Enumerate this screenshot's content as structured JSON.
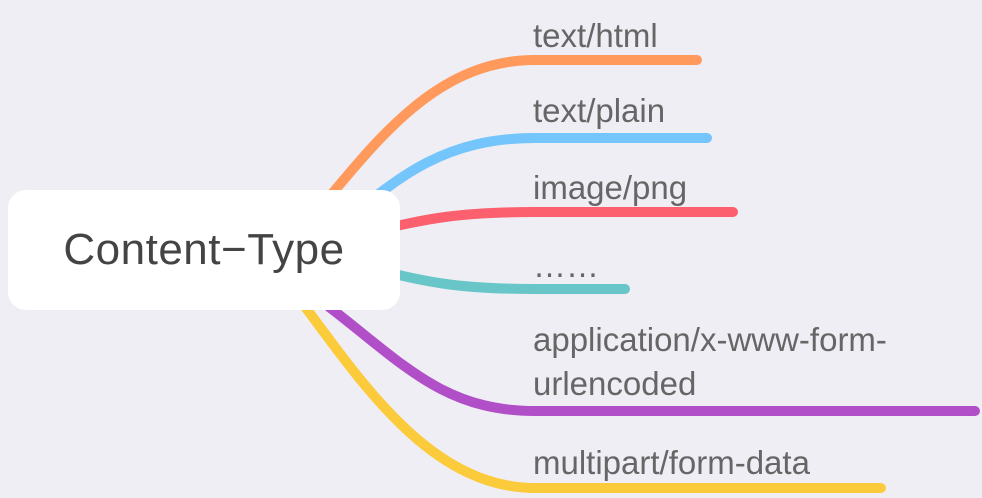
{
  "root": {
    "label": "Content−Type"
  },
  "branches": [
    {
      "label": "text/html",
      "color": "#ff9a5c"
    },
    {
      "label": "text/plain",
      "color": "#73c5fb"
    },
    {
      "label": "image/png",
      "color": "#fc5f6d"
    },
    {
      "label": "……",
      "color": "#69c6c8"
    },
    {
      "label_line1": "application/x-www-form-",
      "label_line2": "urlencoded",
      "color": "#b04fc7"
    },
    {
      "label": "multipart/form-data",
      "color": "#fccb3b"
    }
  ]
}
